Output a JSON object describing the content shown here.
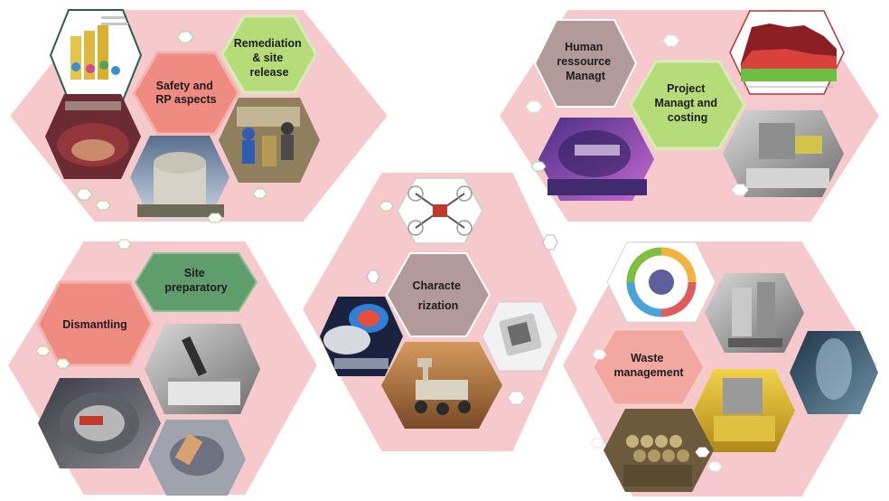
{
  "labels": {
    "safety": [
      "Safety and",
      "RP aspects"
    ],
    "remediation": [
      "Remediation",
      "& site",
      "release"
    ],
    "human": [
      "Human",
      "ressource",
      "Managt"
    ],
    "project": [
      "Project",
      "Managt  and",
      "costing"
    ],
    "site_prep": [
      "Site",
      "preparatory"
    ],
    "dismantling": [
      "Dismantling"
    ],
    "characterization": [
      "Characte",
      "rization"
    ],
    "waste": [
      "Waste",
      "management"
    ]
  },
  "colors": {
    "pink_bg": "#f6c9cc",
    "salmon": "#f08b82",
    "light_green": "#b6dc7a",
    "dark_green": "#5f9d6c",
    "grey_mauve": "#b39a9a",
    "light_pink": "#f3a7a1"
  }
}
